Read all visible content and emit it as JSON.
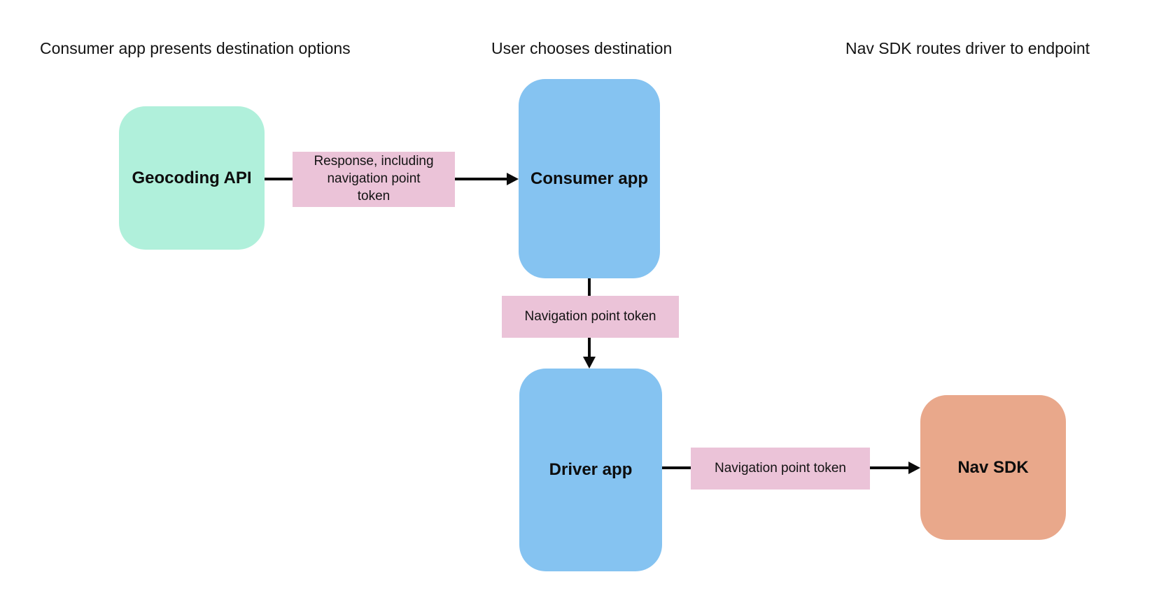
{
  "diagram": {
    "headers": [
      {
        "label": "Consumer app presents destination options"
      },
      {
        "label": "User chooses destination"
      },
      {
        "label": "Nav SDK routes driver to endpoint"
      }
    ],
    "nodes": [
      {
        "id": "geocoding-api",
        "label": "Geocoding API",
        "color": "#b0f0db"
      },
      {
        "id": "consumer-app",
        "label": "Consumer app",
        "color": "#85c3f1"
      },
      {
        "id": "driver-app",
        "label": "Driver app",
        "color": "#85c3f1"
      },
      {
        "id": "nav-sdk",
        "label": "Nav SDK",
        "color": "#e9a88b"
      }
    ],
    "edges": [
      {
        "from": "geocoding-api",
        "to": "consumer-app",
        "label": "Response, including navigation point token",
        "label_color": "#ebc3d8",
        "direction": "right"
      },
      {
        "from": "consumer-app",
        "to": "driver-app",
        "label": "Navigation point token",
        "label_color": "#ebc3d8",
        "direction": "down"
      },
      {
        "from": "driver-app",
        "to": "nav-sdk",
        "label": "Navigation point token",
        "label_color": "#ebc3d8",
        "direction": "right"
      }
    ],
    "colors": {
      "background": "#ffffff",
      "node_green": "#b0f0db",
      "node_blue": "#85c3f1",
      "node_orange": "#e9a88b",
      "edge_label_pink": "#ebc3d8",
      "arrow_black": "#0b0b0b"
    }
  }
}
